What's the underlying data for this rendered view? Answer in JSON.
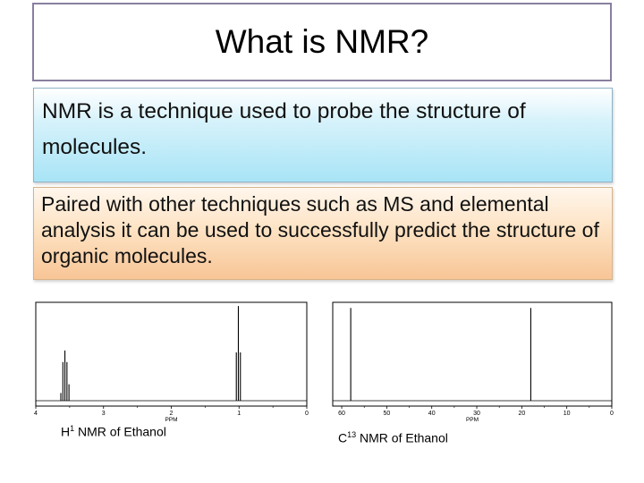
{
  "slide": {
    "title": "What is NMR?",
    "point1": "NMR is a technique used to probe the structure of molecules.",
    "point2": "Paired with other techniques such as MS and elemental analysis it can be used to successfully predict the structure of organic molecules."
  },
  "captions": {
    "h1_prefix": "H",
    "h1_sup": "1",
    "h1_text": " NMR of Ethanol",
    "c13_prefix": "C",
    "c13_sup": "13",
    "c13_text": " NMR of Ethanol"
  },
  "chart_data": [
    {
      "type": "line",
      "xlabel": "PPM",
      "x_ticks": [
        "4",
        "3",
        "2",
        "1",
        "0"
      ],
      "xlim": [
        4,
        0
      ],
      "x_reversed": true,
      "grid": false,
      "peaks": [
        {
          "ppm": 3.63,
          "height": 0.08
        },
        {
          "ppm": 3.6,
          "height": 0.4
        },
        {
          "ppm": 3.57,
          "height": 0.52
        },
        {
          "ppm": 3.54,
          "height": 0.4
        },
        {
          "ppm": 3.51,
          "height": 0.17
        },
        {
          "ppm": 1.04,
          "height": 0.5
        },
        {
          "ppm": 1.01,
          "height": 0.98
        },
        {
          "ppm": 0.98,
          "height": 0.5
        }
      ]
    },
    {
      "type": "line",
      "xlabel": "PPM",
      "x_ticks": [
        "60",
        "50",
        "40",
        "30",
        "20",
        "10",
        "0"
      ],
      "xlim": [
        62,
        0
      ],
      "x_reversed": true,
      "grid": false,
      "peaks": [
        {
          "ppm": 58,
          "height": 0.96
        },
        {
          "ppm": 18,
          "height": 0.96
        }
      ]
    }
  ]
}
